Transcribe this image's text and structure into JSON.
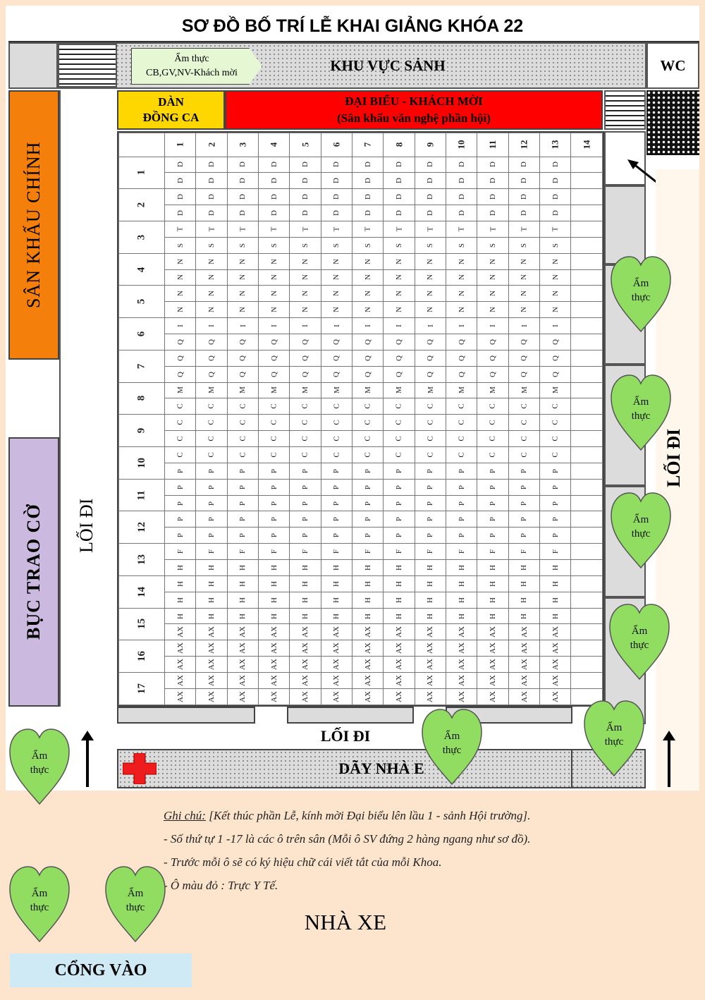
{
  "title": "SƠ ĐỒ BỐ TRÍ LỄ KHAI GIẢNG KHÓA 22",
  "lobby": {
    "tag": "Ẩm thực\nCB,GV,NV-Khách mời",
    "label": "KHU VỰC SẢNH"
  },
  "wc": "WC",
  "choir": "DÀN\nĐỒNG CA",
  "guests": {
    "line1": "ĐẠI BIỂU - KHÁCH MỜI",
    "line2": "(Sân khấu văn nghệ phần hội)"
  },
  "main_stage": "SÂN KHẤU CHÍNH",
  "flag_podium": "BỤC TRAO CỜ",
  "walkway": "LỐI ĐI",
  "building": "DÃY NHÀ E",
  "parking": "NHÀ XE",
  "gate": "CỔNG VÀO",
  "food_label": "Ẩm\nthực",
  "columns": [
    "1",
    "2",
    "3",
    "4",
    "5",
    "6",
    "7",
    "8",
    "9",
    "10",
    "11",
    "12",
    "13",
    "14"
  ],
  "groups": [
    "1",
    "2",
    "3",
    "4",
    "5",
    "6",
    "7",
    "8",
    "9",
    "10",
    "11",
    "12",
    "13",
    "14",
    "15",
    "16",
    "17"
  ],
  "rows": [
    {
      "group": "1",
      "cells": [
        "D",
        "D",
        "D",
        "D",
        "D",
        "D",
        "D",
        "D",
        "D",
        "D",
        "D",
        "D",
        "D",
        ""
      ]
    },
    {
      "group": "1",
      "cells": [
        "D",
        "D",
        "D",
        "D",
        "D",
        "D",
        "D",
        "D",
        "D",
        "D",
        "D",
        "D",
        "D",
        ""
      ]
    },
    {
      "group": "2",
      "cells": [
        "D",
        "D",
        "D",
        "D",
        "D",
        "D",
        "D",
        "D",
        "D",
        "D",
        "D",
        "D",
        "D",
        ""
      ]
    },
    {
      "group": "2",
      "cells": [
        "D",
        "D",
        "D",
        "D",
        "D",
        "D",
        "D",
        "D",
        "D",
        "D",
        "D",
        "D",
        "D",
        ""
      ]
    },
    {
      "group": "3",
      "cells": [
        "T",
        "T",
        "T",
        "T",
        "T",
        "T",
        "T",
        "T",
        "T",
        "T",
        "T",
        "T",
        "T",
        ""
      ]
    },
    {
      "group": "3",
      "cells": [
        "S",
        "S",
        "S",
        "S",
        "S",
        "S",
        "S",
        "S",
        "S",
        "S",
        "S",
        "S",
        "S",
        ""
      ]
    },
    {
      "group": "4",
      "cells": [
        "N",
        "N",
        "N",
        "N",
        "N",
        "N",
        "N",
        "N",
        "N",
        "N",
        "N",
        "N",
        "N",
        ""
      ]
    },
    {
      "group": "4",
      "cells": [
        "N",
        "N",
        "N",
        "N",
        "N",
        "N",
        "N",
        "N",
        "N",
        "N",
        "N",
        "N",
        "N",
        ""
      ]
    },
    {
      "group": "5",
      "cells": [
        "N",
        "N",
        "N",
        "N",
        "N",
        "N",
        "N",
        "N",
        "N",
        "N",
        "N",
        "N",
        "N",
        ""
      ]
    },
    {
      "group": "5",
      "cells": [
        "N",
        "N",
        "N",
        "N",
        "N",
        "N",
        "N",
        "N",
        "N",
        "N",
        "N",
        "N",
        "N",
        ""
      ]
    },
    {
      "group": "6",
      "cells": [
        "I",
        "I",
        "I",
        "I",
        "I",
        "I",
        "I",
        "I",
        "I",
        "I",
        "I",
        "I",
        "I",
        ""
      ]
    },
    {
      "group": "6",
      "cells": [
        "Q",
        "Q",
        "Q",
        "Q",
        "Q",
        "Q",
        "Q",
        "Q",
        "Q",
        "Q",
        "Q",
        "Q",
        "Q",
        ""
      ]
    },
    {
      "group": "7",
      "cells": [
        "Q",
        "Q",
        "Q",
        "Q",
        "Q",
        "Q",
        "Q",
        "Q",
        "Q",
        "Q",
        "Q",
        "Q",
        "Q",
        ""
      ]
    },
    {
      "group": "7",
      "cells": [
        "Q",
        "Q",
        "Q",
        "Q",
        "Q",
        "Q",
        "Q",
        "Q",
        "Q",
        "Q",
        "Q",
        "Q",
        "Q",
        ""
      ]
    },
    {
      "group": "8",
      "cells": [
        "M",
        "M",
        "M",
        "M",
        "M",
        "M",
        "M",
        "M",
        "M",
        "M",
        "M",
        "M",
        "M",
        ""
      ]
    },
    {
      "group": "8",
      "cells": [
        "C",
        "C",
        "C",
        "C",
        "C",
        "C",
        "C",
        "C",
        "C",
        "C",
        "C",
        "C",
        "C",
        ""
      ]
    },
    {
      "group": "9",
      "cells": [
        "C",
        "C",
        "C",
        "C",
        "C",
        "C",
        "C",
        "C",
        "C",
        "C",
        "C",
        "C",
        "C",
        ""
      ]
    },
    {
      "group": "9",
      "cells": [
        "C",
        "C",
        "C",
        "C",
        "C",
        "C",
        "C",
        "C",
        "C",
        "C",
        "C",
        "C",
        "C",
        ""
      ]
    },
    {
      "group": "10",
      "cells": [
        "C",
        "C",
        "C",
        "C",
        "C",
        "C",
        "C",
        "C",
        "C",
        "C",
        "C",
        "C",
        "C",
        ""
      ]
    },
    {
      "group": "10",
      "cells": [
        "P",
        "P",
        "P",
        "P",
        "P",
        "P",
        "P",
        "P",
        "P",
        "P",
        "P",
        "P",
        "P",
        ""
      ]
    },
    {
      "group": "11",
      "cells": [
        "P",
        "P",
        "P",
        "P",
        "P",
        "P",
        "P",
        "P",
        "P",
        "P",
        "P",
        "P",
        "P",
        ""
      ]
    },
    {
      "group": "11",
      "cells": [
        "P",
        "P",
        "P",
        "P",
        "P",
        "P",
        "P",
        "P",
        "P",
        "P",
        "P",
        "P",
        "P",
        ""
      ]
    },
    {
      "group": "12",
      "cells": [
        "P",
        "P",
        "P",
        "P",
        "P",
        "P",
        "P",
        "P",
        "P",
        "P",
        "P",
        "P",
        "P",
        ""
      ]
    },
    {
      "group": "12",
      "cells": [
        "P",
        "P",
        "P",
        "P",
        "P",
        "P",
        "P",
        "P",
        "P",
        "P",
        "P",
        "P",
        "P",
        ""
      ]
    },
    {
      "group": "13",
      "cells": [
        "F",
        "F",
        "F",
        "F",
        "F",
        "F",
        "F",
        "F",
        "F",
        "F",
        "F",
        "F",
        "F",
        ""
      ]
    },
    {
      "group": "13",
      "cells": [
        "H",
        "H",
        "H",
        "H",
        "H",
        "H",
        "H",
        "H",
        "H",
        "H",
        "H",
        "H",
        "H",
        ""
      ]
    },
    {
      "group": "14",
      "cells": [
        "H",
        "H",
        "H",
        "H",
        "H",
        "H",
        "H",
        "H",
        "H",
        "H",
        "H",
        "H",
        "H",
        ""
      ]
    },
    {
      "group": "14",
      "cells": [
        "H",
        "H",
        "H",
        "H",
        "H",
        "H",
        "H",
        "H",
        "H",
        "H",
        "H",
        "H",
        "H",
        ""
      ]
    },
    {
      "group": "15",
      "cells": [
        "H",
        "H",
        "H",
        "H",
        "H",
        "H",
        "H",
        "H",
        "H",
        "H",
        "H",
        "H",
        "H",
        ""
      ]
    },
    {
      "group": "15",
      "cells": [
        "AX",
        "AX",
        "AX",
        "AX",
        "AX",
        "AX",
        "AX",
        "AX",
        "AX",
        "AX",
        "AX",
        "AX",
        "AX",
        ""
      ]
    },
    {
      "group": "16",
      "cells": [
        "AX",
        "AX",
        "AX",
        "AX",
        "AX",
        "AX",
        "AX",
        "AX",
        "AX",
        "AX",
        "AX",
        "AX",
        "AX",
        ""
      ]
    },
    {
      "group": "16",
      "cells": [
        "AX",
        "AX",
        "AX",
        "AX",
        "AX",
        "AX",
        "AX",
        "AX",
        "AX",
        "AX",
        "AX",
        "AX",
        "AX",
        ""
      ]
    },
    {
      "group": "17",
      "cells": [
        "AX",
        "AX",
        "AX",
        "AX",
        "AX",
        "AX",
        "AX",
        "AX",
        "AX",
        "AX",
        "AX",
        "AX",
        "AX",
        ""
      ]
    },
    {
      "group": "17",
      "cells": [
        "AX",
        "AX",
        "AX",
        "AX",
        "AX",
        "AX",
        "AX",
        "AX",
        "AX",
        "AX",
        "AX",
        "AX",
        "AX",
        ""
      ]
    }
  ],
  "notes": {
    "heading": "Ghi chú:",
    "line1": " [Kết thúc phần Lễ, kính mời Đại biểu lên lầu 1 - sảnh Hội trường].",
    "line2": "- Số thứ tự 1 -17 là các ô trên sân (Mỗi ô SV đứng 2 hàng ngang như sơ đồ).",
    "line3": "- Trước mỗi ô sẽ có ký hiệu chữ cái viết tắt của mỗi Khoa.",
    "line4": "- Ô màu đỏ : Trực Y Tế."
  },
  "colors": {
    "stage": "#f47f0a",
    "podium": "#cbb9df",
    "choir": "#ffd700",
    "guests": "#ff0000",
    "gate": "#cfeaf5",
    "heart": "#90dd62",
    "medical": "#ee1c1c"
  }
}
